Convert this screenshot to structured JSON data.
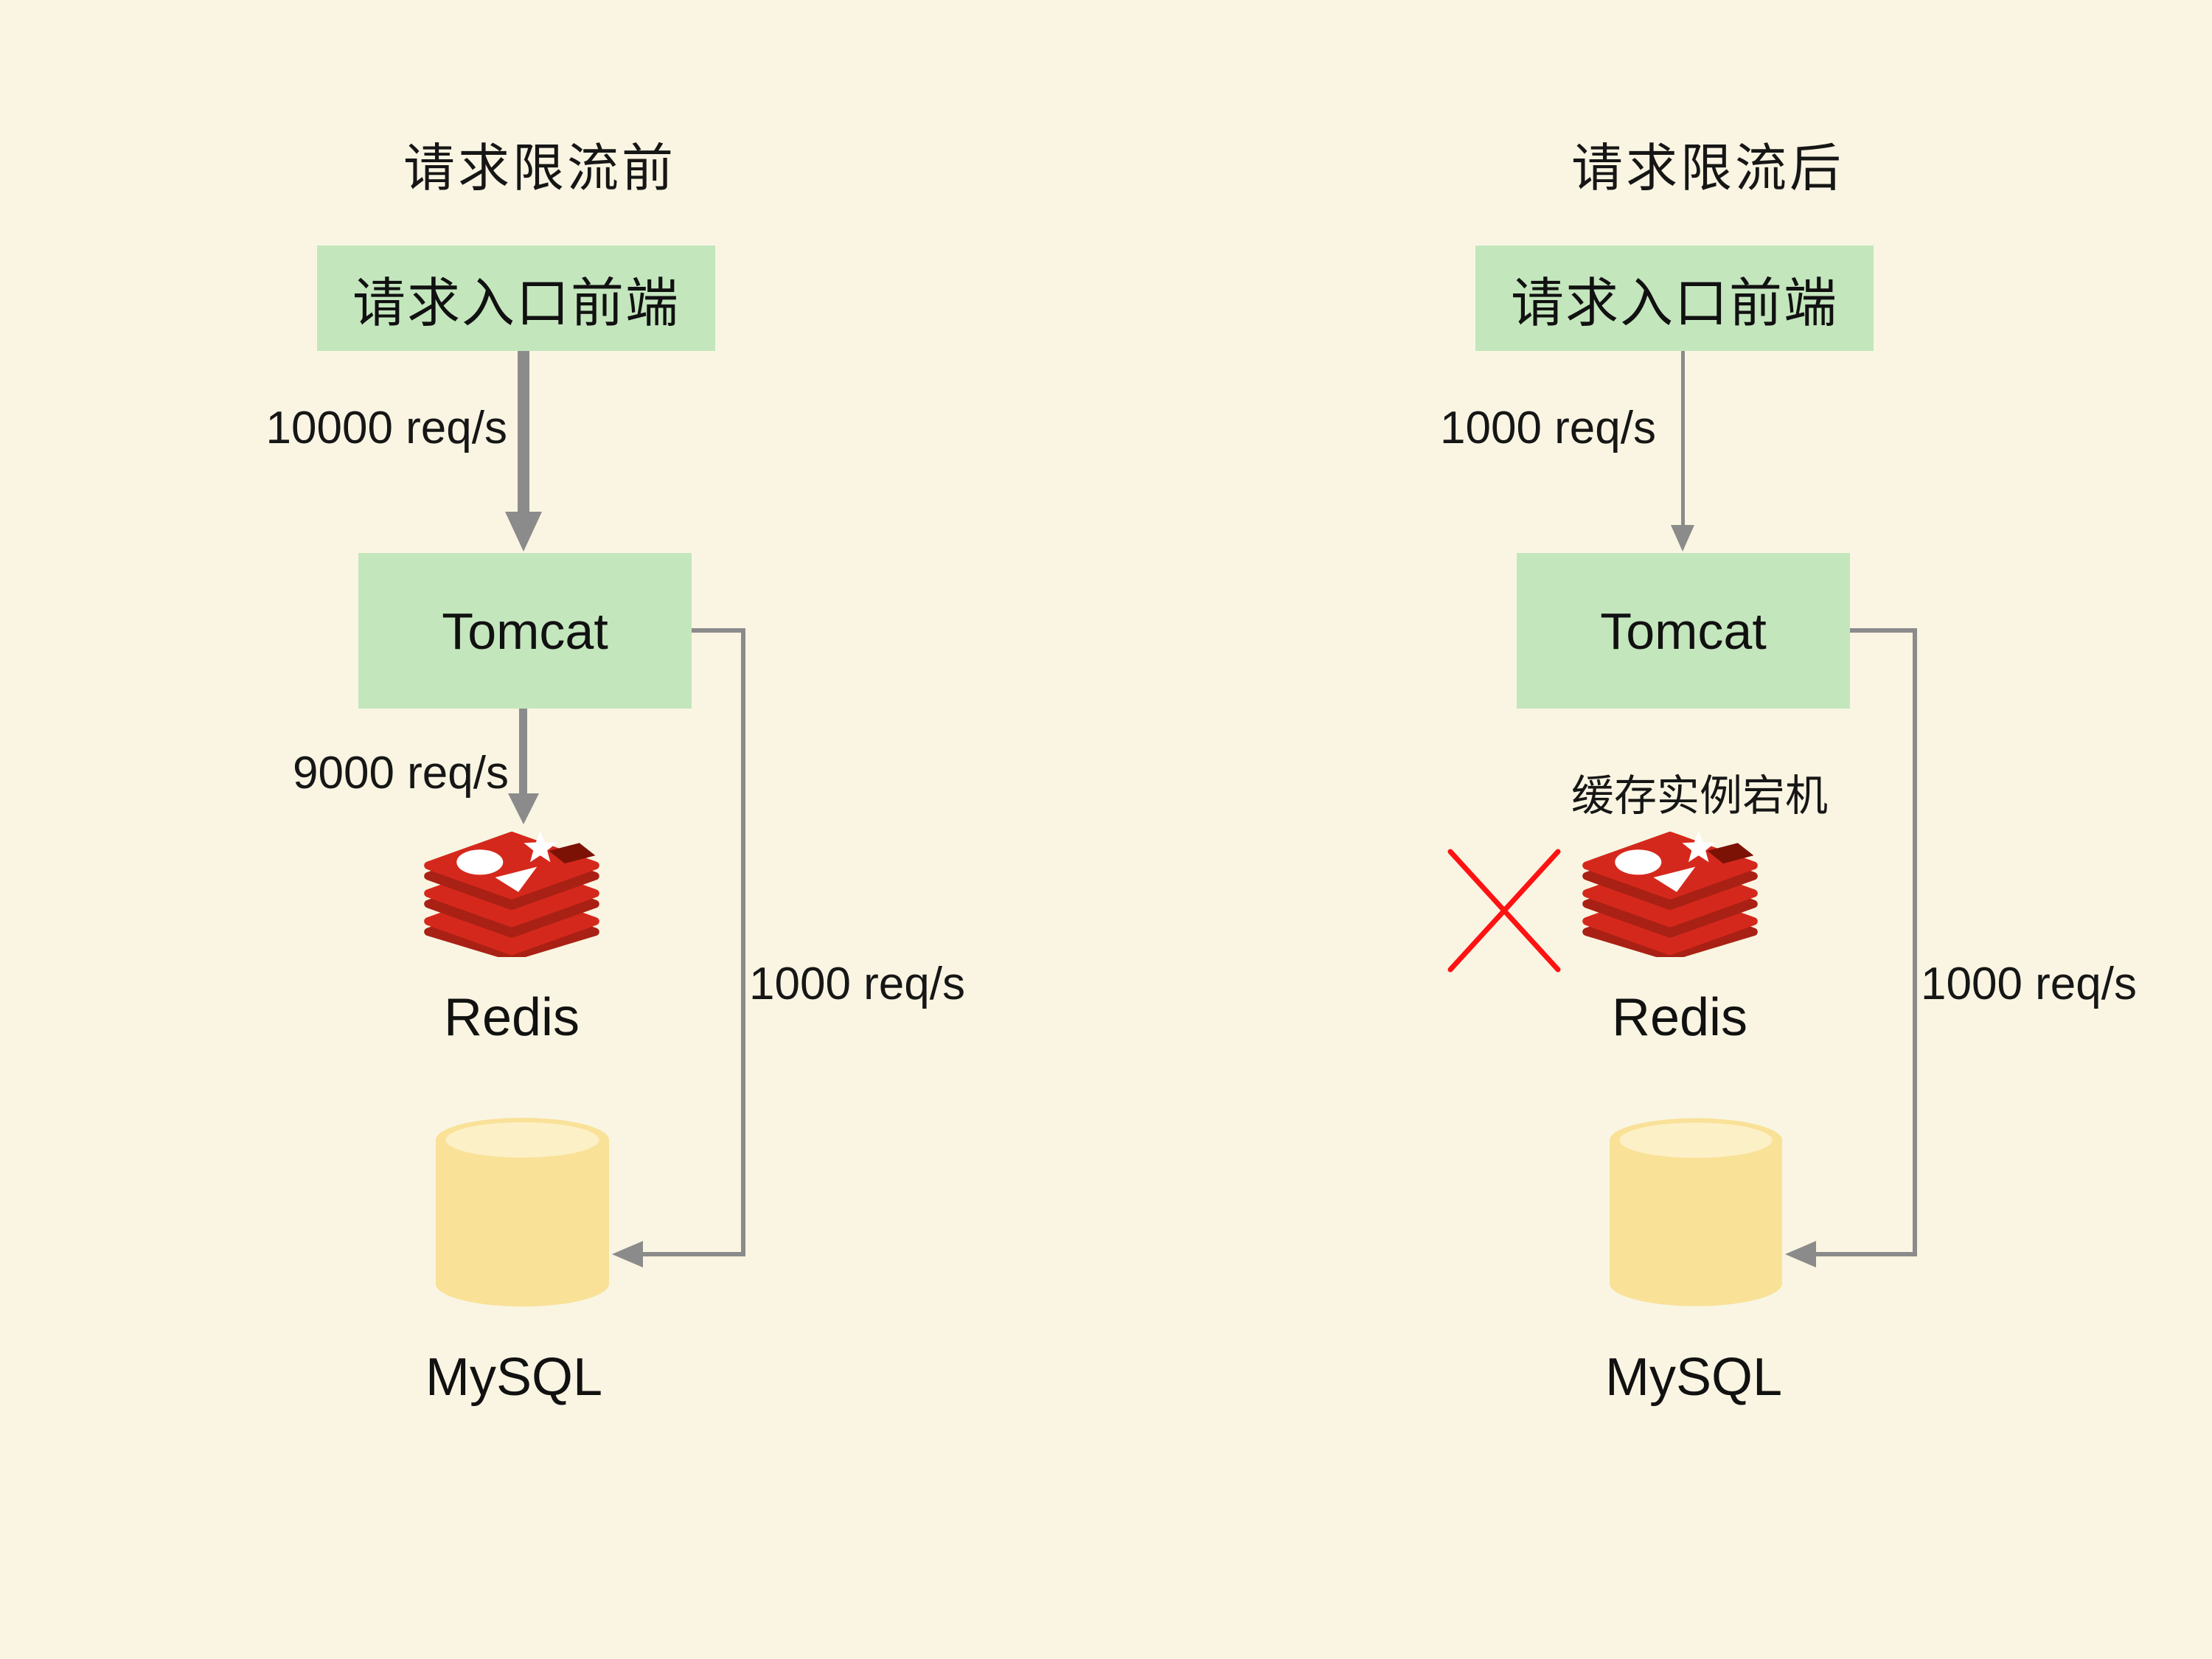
{
  "page": {
    "background": "#F9F5E2",
    "text_color": "#161616",
    "box_fill": "#C4E6BD",
    "arrow_color": "#8B8B8B",
    "failure_color": "#FF1212",
    "redis_red": "#D5281C",
    "redis_dark_red": "#A92114",
    "redis_hole": "#7C1206",
    "mysql_yellow": "#F9E198",
    "mysql_yellow_light": "#FCF0C6"
  },
  "before": {
    "title": "请求限流前",
    "entry_label": "请求入口前端",
    "tomcat_label": "Tomcat",
    "redis_label": "Redis",
    "mysql_label": "MySQL",
    "rate_entry": "10000 req/s",
    "rate_redis": "9000 req/s",
    "rate_mysql": "1000 req/s"
  },
  "after": {
    "title": "请求限流后",
    "entry_label": "请求入口前端",
    "tomcat_label": "Tomcat",
    "redis_label": "Redis",
    "mysql_label": "MySQL",
    "rate_entry": "1000 req/s",
    "cache_down_note": "缓存实例宕机",
    "rate_mysql": "1000 req/s"
  },
  "icons": {
    "redis": "redis-stack-icon",
    "mysql": "database-cylinder-icon",
    "failure": "red-cross-icon"
  }
}
